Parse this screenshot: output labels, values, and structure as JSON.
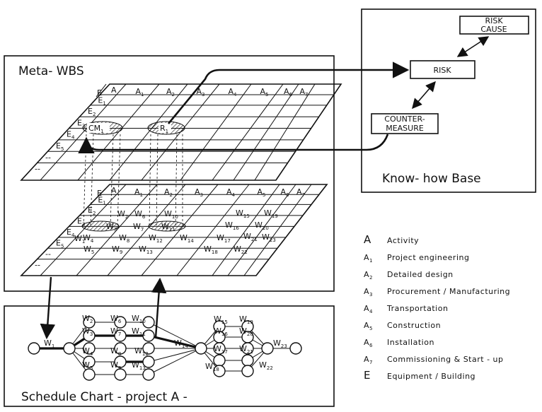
{
  "meta_wbs": {
    "title": "Meta- WBS",
    "columns": [
      {
        "letter": "A",
        "sub": "1"
      },
      {
        "letter": "A",
        "sub": "2"
      },
      {
        "letter": "A",
        "sub": "3"
      },
      {
        "letter": "A",
        "sub": "4"
      },
      {
        "letter": "A",
        "sub": "5"
      },
      {
        "letter": "A",
        "sub": "6"
      },
      {
        "letter": "A",
        "sub": "7"
      }
    ],
    "rows": [
      {
        "letter": "E",
        "sub": "1"
      },
      {
        "letter": "E",
        "sub": "2"
      },
      {
        "letter": "E",
        "sub": "3"
      },
      {
        "letter": "E",
        "sub": "4"
      },
      {
        "letter": "E",
        "sub": "5"
      },
      {
        "letter": "--",
        "sub": ""
      },
      {
        "letter": "--",
        "sub": ""
      }
    ],
    "corner": {
      "e": "E",
      "a": "A"
    },
    "cm_label": {
      "letter": "CM",
      "sub": "1"
    },
    "r_label": {
      "letter": "R",
      "sub": "1"
    }
  },
  "project_wbs": {
    "work_items": [
      {
        "letter": "W",
        "sub": "1"
      },
      {
        "letter": "W",
        "sub": "2"
      },
      {
        "letter": "W",
        "sub": "3"
      },
      {
        "letter": "W",
        "sub": "4"
      },
      {
        "letter": "W",
        "sub": "5"
      },
      {
        "letter": "W",
        "sub": "6"
      },
      {
        "letter": "W",
        "sub": "7"
      },
      {
        "letter": "W",
        "sub": "8"
      },
      {
        "letter": "W",
        "sub": "9"
      },
      {
        "letter": "W",
        "sub": "10"
      },
      {
        "letter": "W",
        "sub": "11"
      },
      {
        "letter": "W",
        "sub": "12"
      },
      {
        "letter": "W",
        "sub": "13"
      },
      {
        "letter": "W",
        "sub": "14"
      },
      {
        "letter": "W",
        "sub": "15"
      },
      {
        "letter": "W",
        "sub": "16"
      },
      {
        "letter": "W",
        "sub": "17"
      },
      {
        "letter": "W",
        "sub": "18"
      },
      {
        "letter": "W",
        "sub": "19"
      },
      {
        "letter": "W",
        "sub": "20"
      },
      {
        "letter": "W",
        "sub": "21"
      },
      {
        "letter": "W",
        "sub": "22"
      },
      {
        "letter": "W",
        "sub": "23"
      }
    ]
  },
  "knowhow": {
    "title": "Know- how  Base",
    "risk_cause": [
      "RISK",
      "CAUSE"
    ],
    "risk": "RISK",
    "countermeasure": [
      "COUNTER-",
      "MEASURE"
    ]
  },
  "schedule": {
    "title": "Schedule  Chart - project  A -"
  },
  "legend": [
    {
      "sym": "A",
      "sub": "",
      "text": "Activity"
    },
    {
      "sym": "A",
      "sub": "1",
      "text": "Project  engineering"
    },
    {
      "sym": "A",
      "sub": "2",
      "text": "Detailed  design"
    },
    {
      "sym": "A",
      "sub": "3",
      "text": "Procurement  /  Manufacturing"
    },
    {
      "sym": "A",
      "sub": "4",
      "text": "Transportation"
    },
    {
      "sym": "A",
      "sub": "5",
      "text": "Construction"
    },
    {
      "sym": "A",
      "sub": "6",
      "text": "Installation"
    },
    {
      "sym": "A",
      "sub": "7",
      "text": "Commissioning  &  Start - up"
    },
    {
      "sym": "E",
      "sub": "",
      "text": "Equipment / Building"
    }
  ]
}
